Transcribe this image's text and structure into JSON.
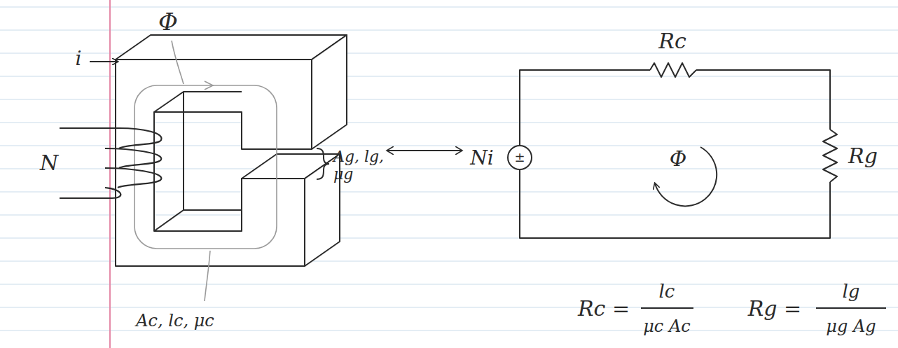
{
  "diagram": {
    "nodes": [
      {
        "text": [
          "±"
        ]
      }
    ],
    "labels": [
      "Φ",
      "i",
      "N",
      "Ag, lg, μg",
      "Ac, lc, μc",
      "Rc",
      "Ni",
      "Φ",
      "Rg",
      "Rc =",
      "lc",
      "μc Ac",
      "Rg =",
      "lg",
      "μg Ag"
    ]
  }
}
